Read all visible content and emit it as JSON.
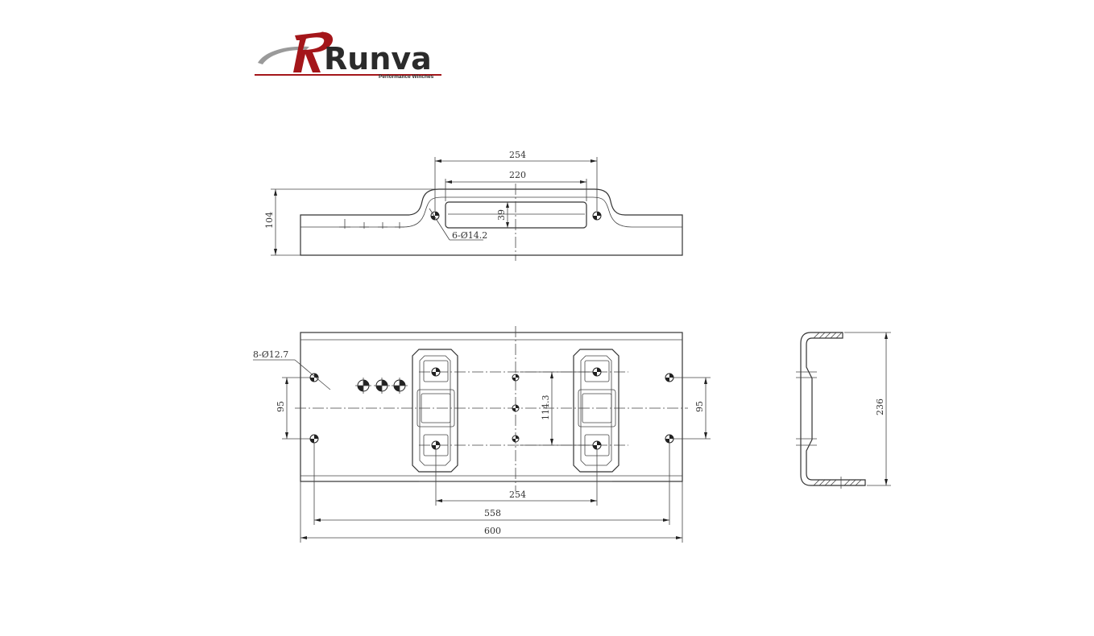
{
  "brand": {
    "name": "Runva",
    "tagline": "Performance Winches",
    "registered": "®",
    "color_red": "#a4161a",
    "color_dark": "#2b2b2b",
    "color_gray": "#9a9a9a"
  },
  "top_view": {
    "dim_254": "254",
    "dim_220": "220",
    "dim_39": "39",
    "dim_104": "104",
    "hole_callout": "6-Ø14.2"
  },
  "front_view": {
    "hole_callout": "8-Ø12.7",
    "dim_95_left": "95",
    "dim_95_right": "95",
    "dim_114_3": "114.3",
    "dim_254": "254",
    "dim_558": "558",
    "dim_600": "600"
  },
  "side_view": {
    "dim_236": "236"
  }
}
